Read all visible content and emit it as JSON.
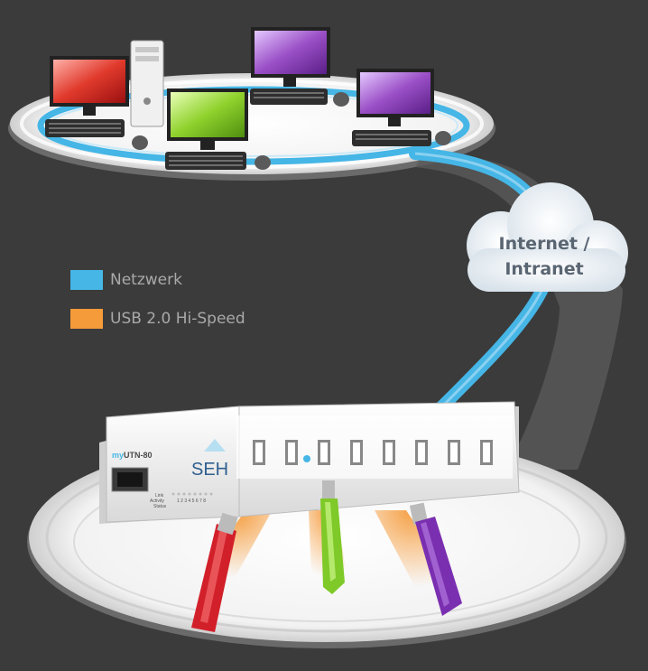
{
  "cloud": {
    "line1": "Internet /",
    "line2": "Intranet"
  },
  "legend": [
    {
      "label": "Netzwerk",
      "color": "#45b6e6"
    },
    {
      "label": "USB 2.0 Hi-Speed",
      "color": "#f59b3a"
    }
  ],
  "device": {
    "model_prefix": "my",
    "model_name": "UTN-80",
    "brand": "SEH",
    "led_labels": [
      "Link",
      "Activity",
      "Status"
    ],
    "port_numbers": "1 2 3 4 5 6 7 8"
  },
  "colors": {
    "network_line": "#45b6e6",
    "usb_glow": "#f59b3a",
    "monitor_red": "#e03a2c",
    "monitor_green": "#8fd12c",
    "monitor_purple": "#9a4fc6",
    "stick_red": "#d2202a",
    "stick_green": "#7fc928",
    "stick_purple": "#7a2fb0"
  }
}
